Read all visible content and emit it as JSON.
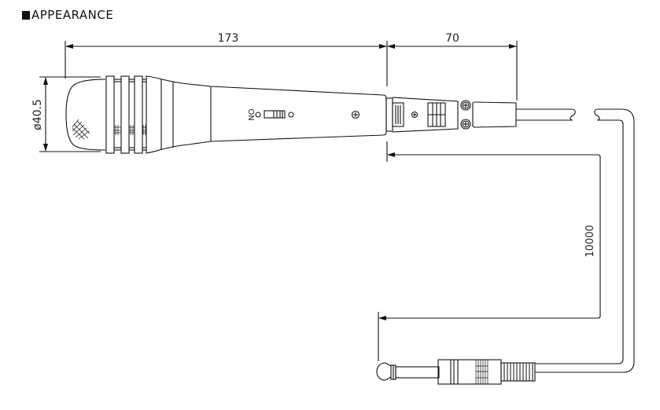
{
  "section": {
    "title": "APPEARANCE",
    "bullet_icon": "black-square-icon"
  },
  "dimensions": {
    "body_length": "173",
    "connector_length": "70",
    "head_diameter": "ø40.5",
    "cable_length": "10000"
  },
  "labels": {
    "switch_label": "ON"
  },
  "colors": {
    "line": "#111111",
    "background": "#ffffff"
  }
}
